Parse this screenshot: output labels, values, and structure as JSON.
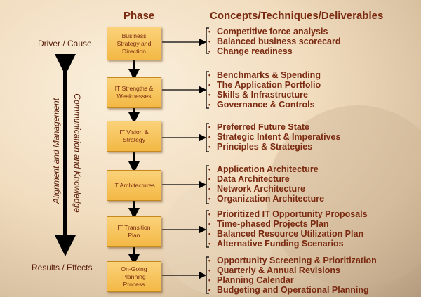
{
  "headers": {
    "phase": "Phase",
    "concepts": "Concepts/Techniques/Deliverables"
  },
  "side_labels": {
    "driver": "Driver / Cause",
    "results": "Results / Effects",
    "alignment": "Alignment and Management",
    "communication": "Communication and Knowledge"
  },
  "phases": [
    {
      "label": "Business Strategy and Direction",
      "items": [
        "Competitive force analysis",
        "Balanced business scorecard",
        "Change readiness"
      ]
    },
    {
      "label": "IT Strengths & Weaknesses",
      "items": [
        "Benchmarks & Spending",
        "The Application Portfolio",
        "Skills & Infrastructure",
        "Governance & Controls"
      ]
    },
    {
      "label": "IT Vision & Strategy",
      "items": [
        "Preferred Future State",
        "Strategic Intent & Imperatives",
        "Principles & Strategies"
      ]
    },
    {
      "label": "IT Architectures",
      "items": [
        "Application Architecture",
        "Data Architecture",
        "Network Architecture",
        "Organization Architecture"
      ]
    },
    {
      "label": "IT Transition Plan",
      "items": [
        "Prioritized IT Opportunity Proposals",
        "Time-phased Projects Plan",
        "Balanced Resource Utilization Plan",
        "Alternative Funding Scenarios"
      ]
    },
    {
      "label": "On-Going Planning Process",
      "items": [
        "Opportunity Screening & Prioritization",
        "Quarterly & Annual Revisions",
        "Planning Calendar",
        "Budgeting and Operational Planning"
      ]
    }
  ],
  "colors": {
    "text": "#7a2a10",
    "box_fill": "#f3b845",
    "arrow": "#000000"
  }
}
